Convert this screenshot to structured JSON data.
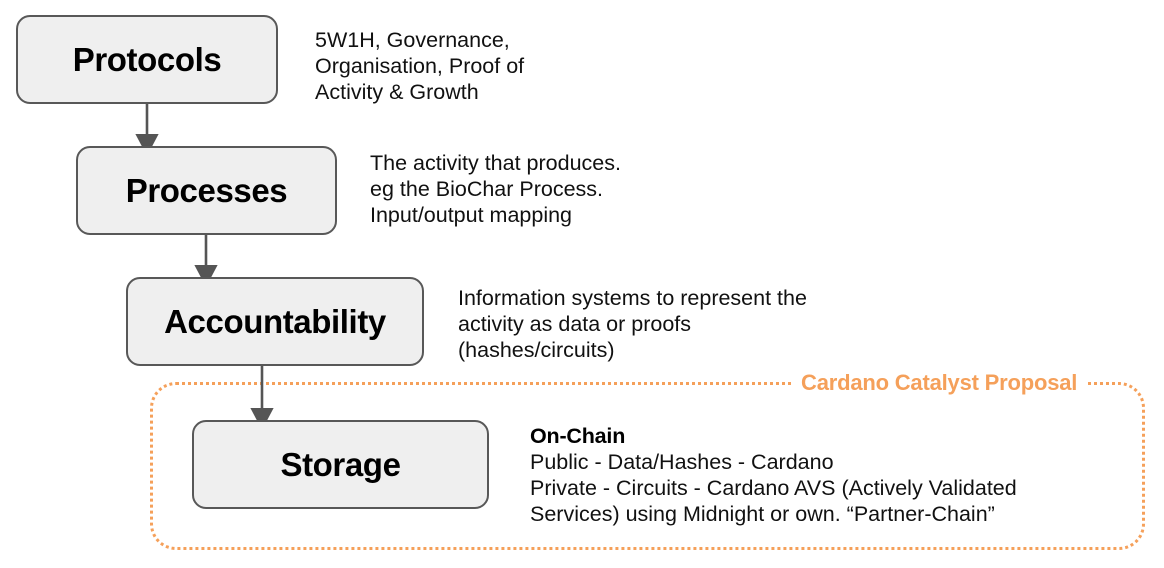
{
  "diagram": {
    "title": "Protocols to Storage stack",
    "nodes": [
      {
        "label": "Protocols",
        "desc": "5W1H, Governance,\nOrganisation, Proof of\nActivity & Growth"
      },
      {
        "label": "Processes",
        "desc": "The activity that produces.\neg the BioChar Process.\nInput/output mapping"
      },
      {
        "label": "Accountability",
        "desc": "Information systems to represent the\nactivity as data or proofs\n(hashes/circuits)"
      },
      {
        "label": "Storage",
        "desc": ""
      }
    ],
    "proposal": {
      "label": "Cardano Catalyst Proposal",
      "onchain_heading": "On-Chain",
      "onchain_body": "Public - Data/Hashes - Cardano\nPrivate - Circuits - Cardano AVS (Actively Validated\nServices) using Midnight or own. “Partner-Chain”"
    },
    "colors": {
      "node_fill": "#EFEFEF",
      "node_border": "#585858",
      "connector": "#555555",
      "accent_orange": "#F5A05A",
      "text": "#111111",
      "background": "#FFFFFF"
    },
    "connectors": [
      {
        "from": "Protocols",
        "to": "Processes",
        "icon": "arrow-down-icon"
      },
      {
        "from": "Processes",
        "to": "Accountability",
        "icon": "arrow-down-icon"
      },
      {
        "from": "Accountability",
        "to": "Storage",
        "icon": "arrow-down-icon"
      }
    ]
  }
}
